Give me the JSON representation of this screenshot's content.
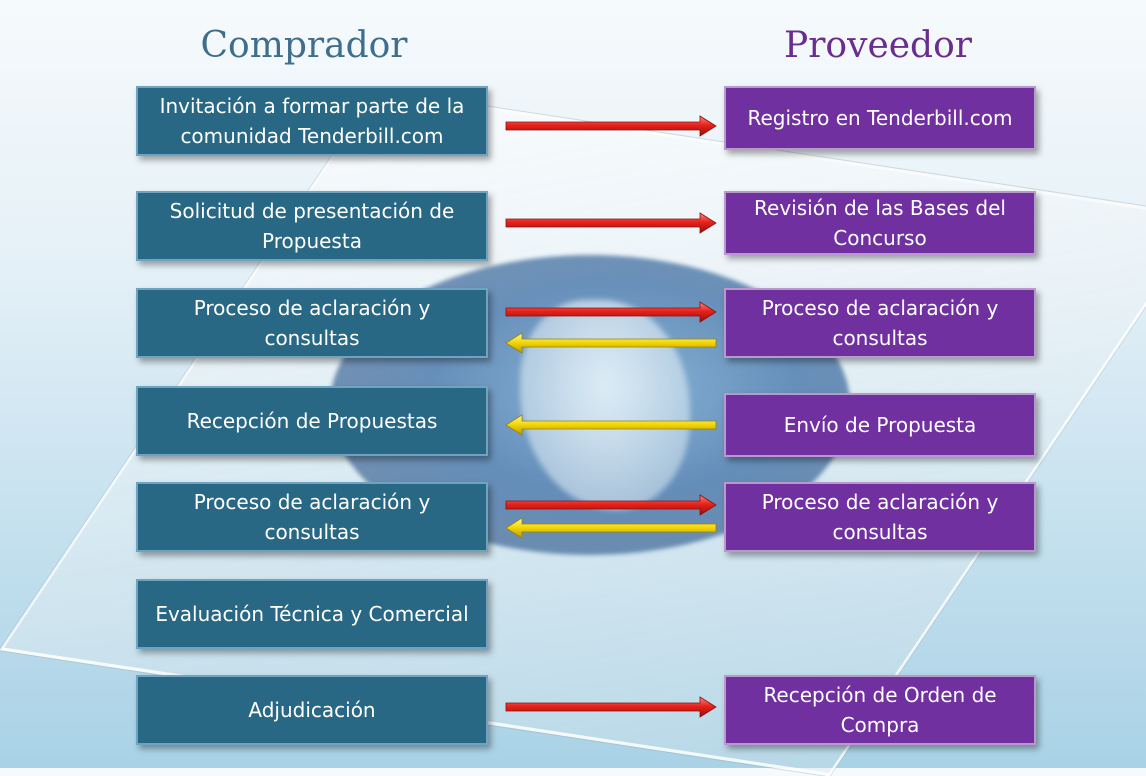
{
  "headings": {
    "buyer": "Comprador",
    "supplier": "Proveedor"
  },
  "buyer_steps": [
    "Invitación a formar parte de la\ncomunidad Tenderbill.com",
    "Solicitud de presentación de\nPropuesta",
    "Proceso de aclaración y\nconsultas",
    "Recepción de Propuestas",
    "Proceso de aclaración y\nconsultas",
    "Evaluación Técnica y Comercial",
    "Adjudicación"
  ],
  "supplier_steps": [
    "Registro en Tenderbill.com",
    "Revisión de las Bases del\nConcurso",
    "Proceso de aclaración y\nconsultas",
    "Envío de Propuesta",
    "Proceso de aclaración y\nconsultas",
    "Recepción de Orden de\nCompra"
  ],
  "colors": {
    "buyer_box": "#286884",
    "supplier_box": "#7030a0",
    "arrow_to_supplier": "#e8221c",
    "arrow_to_buyer": "#f5d90a"
  }
}
